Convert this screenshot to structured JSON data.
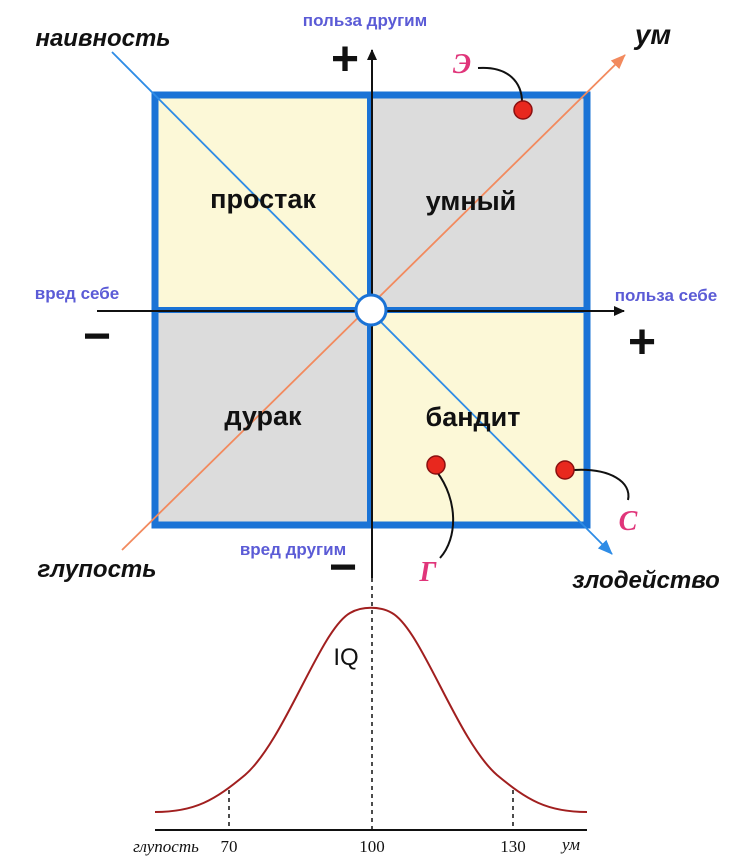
{
  "quadrants": {
    "top_left": "простак",
    "top_right": "умный",
    "bottom_left": "дурак",
    "bottom_right": "бандит"
  },
  "axes": {
    "vertical_top": "польза другим",
    "vertical_bottom": "вред другим",
    "horizontal_left": "вред себе",
    "horizontal_right": "польза себе",
    "plus": "+",
    "minus": "−"
  },
  "diagonals": {
    "top_left": "наивность",
    "top_right": "ум",
    "bottom_left": "глупость",
    "bottom_right": "злодейство"
  },
  "points": {
    "e": "Э",
    "g": "Г",
    "s": "С"
  },
  "iq_curve": {
    "label": "IQ",
    "left_label": "глупость",
    "right_label": "ум",
    "ticks": [
      "70",
      "100",
      "130"
    ]
  },
  "colors": {
    "frame": "#1a73d6",
    "light_quadrant": "#fcf8d7",
    "grey_quadrant": "#dcdcdc",
    "blue_diagonal": "#2e8ce6",
    "orange_diagonal": "#f28a5e",
    "axis_text": "#5b5bd6",
    "point_text": "#e0357a",
    "point_fill": "#e8281e",
    "curve": "#a11f1f"
  }
}
